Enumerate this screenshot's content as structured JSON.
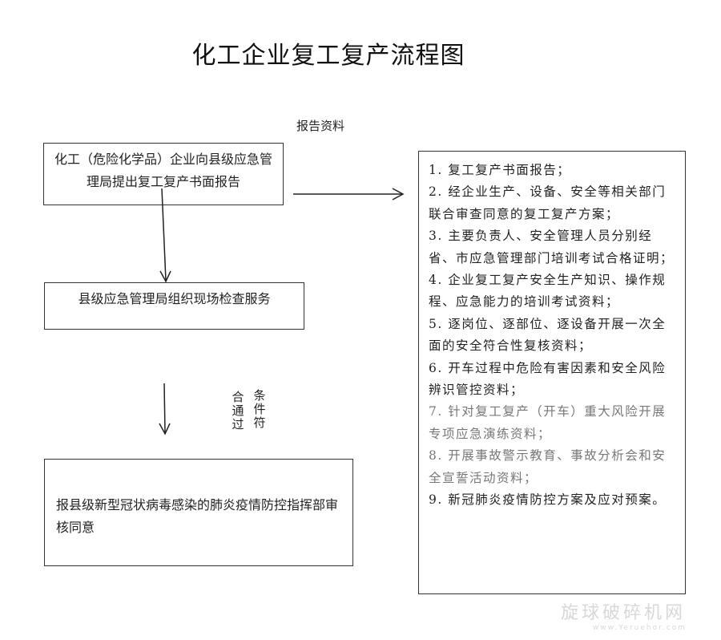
{
  "title": "化工企业复工复产流程图",
  "report_label": "报告资料",
  "box1": "化工（危险化学品）企业向县级应急管理局提出复工复产书面报告",
  "box2": "县级应急管理局组织现场检查服务",
  "condition": {
    "col1": "条件符",
    "col2": "合通过"
  },
  "box3": "报县级新型冠状病毒感染的肺炎疫情防控指挥部审核同意",
  "materials": [
    "1. 复工复产书面报告；",
    "2. 经企业生产、设备、安全等相关部门联合审查同意的复工复产方案；",
    "3. 主要负责人、安全管理人员分别经省、市应急管理部门培训考试合格证明；",
    "4. 企业复工复产安全生产知识、操作规程、应急能力的培训考试资料；",
    "5. 逐岗位、逐部位、逐设备开展一次全面的安全符合性复核资料；",
    "6. 开车过程中危险有害因素和安全风险辨识管控资料；",
    "7. 针对复工复产（开车）重大风险开展专项应急演练资料；",
    "8. 开展事故警示教育、事故分析会和安全宣誓活动资料；",
    "9. 新冠肺炎疫情防控方案及应对预案。"
  ],
  "watermark": {
    "name": "旋球破碎机网",
    "url": "www.Yeruehor.com"
  }
}
